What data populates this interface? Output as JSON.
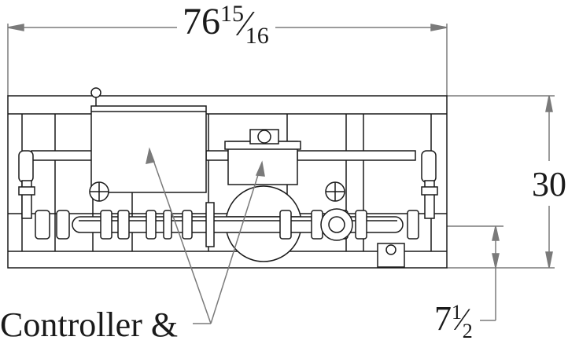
{
  "dimensions": {
    "overall_width": {
      "whole": "76",
      "numerator": "15",
      "denominator": "16"
    },
    "overall_height": "30",
    "pipe_offset": {
      "whole": "7",
      "numerator": "1",
      "denominator": "2"
    }
  },
  "callout": {
    "label": "Controller &"
  },
  "colors": {
    "line": "#1a1a1a",
    "background": "#ffffff",
    "dimension_line": "#7a7a7a"
  }
}
